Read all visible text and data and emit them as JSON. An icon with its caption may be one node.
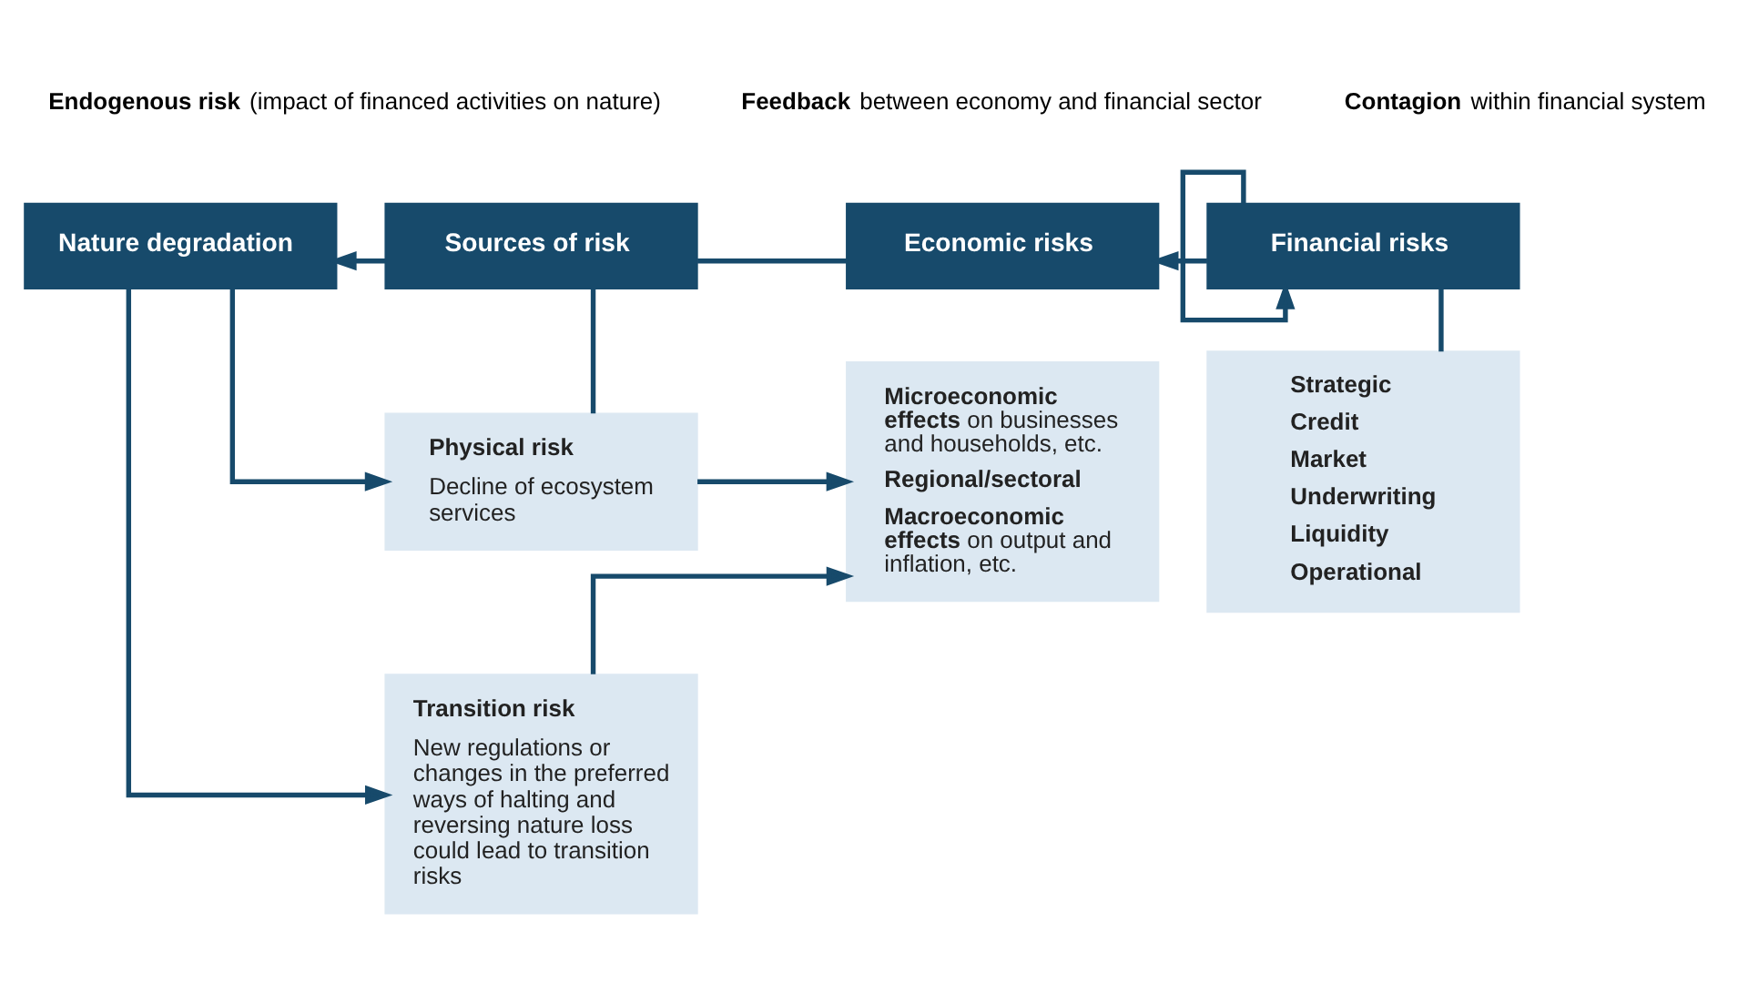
{
  "diagram": {
    "nodes": [
      {
        "text": [
          "Nature degradation"
        ]
      },
      {
        "text": [
          "Sources of risk"
        ]
      },
      {
        "text": [
          "Economic risks"
        ]
      },
      {
        "text": [
          "Financial risks"
        ]
      },
      {
        "text": [
          "Physical risk",
          "Decline of ecosystem services"
        ]
      },
      {
        "text": [
          "Transition risk",
          "New regulations or changes in the preferred ways of halting and reversing nature loss could lead to transition risks"
        ]
      },
      {
        "text": [
          "**Microeconomic effects** on businesses and households, etc.",
          "Regional/sectoral",
          "**Macroeconomic effects** on output and inflation, etc."
        ]
      },
      {
        "text": [
          "Strategic",
          "Credit",
          "Market",
          "Underwriting",
          "Liquidity",
          "Operational"
        ]
      }
    ],
    "edges": [
      {
        "from": 1,
        "to": 0,
        "arrow": "to"
      },
      {
        "from": 1,
        "to": 2,
        "arrow": "none"
      },
      {
        "from": 1,
        "to": 4,
        "arrow": "none"
      },
      {
        "from": 0,
        "to": 4,
        "arrow": "to"
      },
      {
        "from": 0,
        "to": 5,
        "arrow": "to"
      },
      {
        "from": 4,
        "to": 6,
        "arrow": "to"
      },
      {
        "from": 5,
        "to": 6,
        "arrow": "to"
      },
      {
        "from": 3,
        "to": 2,
        "arrow": "to"
      },
      {
        "from": 3,
        "to": 3,
        "arrow": "to"
      },
      {
        "from": 3,
        "to": 7,
        "arrow": "none"
      }
    ],
    "labels": [
      "**Endogenous risk** (impact of financed activities on nature)",
      "**Feedback** between economy and financial sector",
      "**Contagion** within financial system"
    ]
  }
}
